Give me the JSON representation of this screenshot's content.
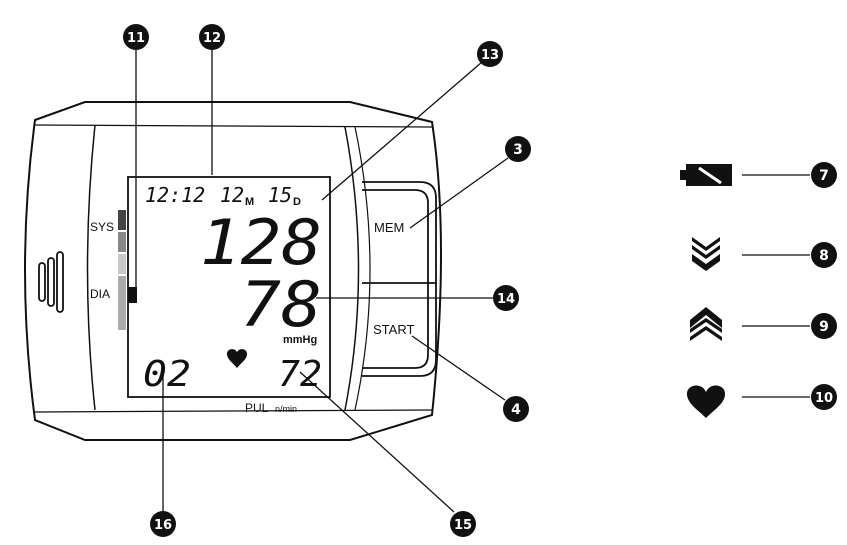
{
  "device": {
    "buttons": {
      "mem": "MEM",
      "start": "START"
    },
    "bar_labels": {
      "sys": "SYS",
      "dia": "DIA"
    },
    "pulse_label": "PUL",
    "pulse_unit": "n/min",
    "pressure_unit": "mmHg"
  },
  "display": {
    "time": "12:12",
    "month_value": "12",
    "month_suffix": "M",
    "day_value": "15",
    "day_suffix": "D",
    "systolic": "128",
    "diastolic": "78",
    "memory_number": "02",
    "pulse": "72"
  },
  "callouts": {
    "c3": "3",
    "c4": "4",
    "c7": "7",
    "c8": "8",
    "c9": "9",
    "c10": "10",
    "c11": "11",
    "c12": "12",
    "c13": "13",
    "c14": "14",
    "c15": "15",
    "c16": "16"
  },
  "legend_icons": [
    "battery-low-icon",
    "arrows-down-icon",
    "arrows-up-icon",
    "heart-icon"
  ]
}
